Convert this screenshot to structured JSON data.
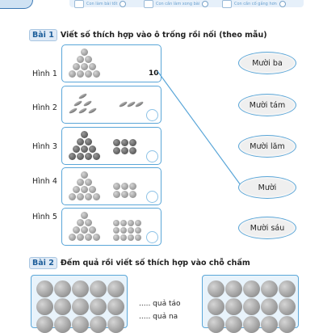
{
  "header": {
    "items": [
      {
        "label": "Con làm bài tốt"
      },
      {
        "label": "Con cần làm xong bài"
      },
      {
        "label": "Con cần cố gắng hơn"
      }
    ]
  },
  "exercise1": {
    "tag": "Bài 1",
    "instruction": "Viết số thích hợp vào ô trống rồi nối (theo mẫu)",
    "rows": [
      {
        "label": "Hình 1",
        "answer": "10"
      },
      {
        "label": "Hình 2",
        "answer": ""
      },
      {
        "label": "Hình 3",
        "answer": ""
      },
      {
        "label": "Hình 4",
        "answer": ""
      },
      {
        "label": "Hình 5",
        "answer": ""
      }
    ],
    "words": [
      "Mười ba",
      "Mười tám",
      "Mười lăm",
      "Mười",
      "Mười sáu"
    ]
  },
  "exercise2": {
    "tag": "Bài 2",
    "instruction": "Đếm quả rồi viết số thích hợp vào chỗ chấm",
    "line1": "..... quả táo",
    "line2": "..... quả na"
  },
  "colors": {
    "accent": "#5aa6d8",
    "tag": "#1d5e9a"
  }
}
